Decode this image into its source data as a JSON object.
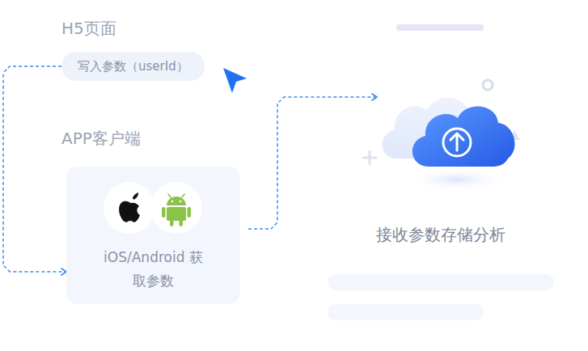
{
  "diagram": {
    "nodes": [
      {
        "text": [
          "H5页面",
          "写入参数（userId）"
        ]
      },
      {
        "text": [
          "APP客户端",
          "iOS/Android 获取参数"
        ]
      },
      {
        "text": [
          "接收参数存储分析"
        ]
      }
    ],
    "edges": [
      {
        "from": 0,
        "to": 1,
        "arrow": "to"
      },
      {
        "from": 1,
        "to": 2,
        "arrow": "to"
      }
    ]
  }
}
